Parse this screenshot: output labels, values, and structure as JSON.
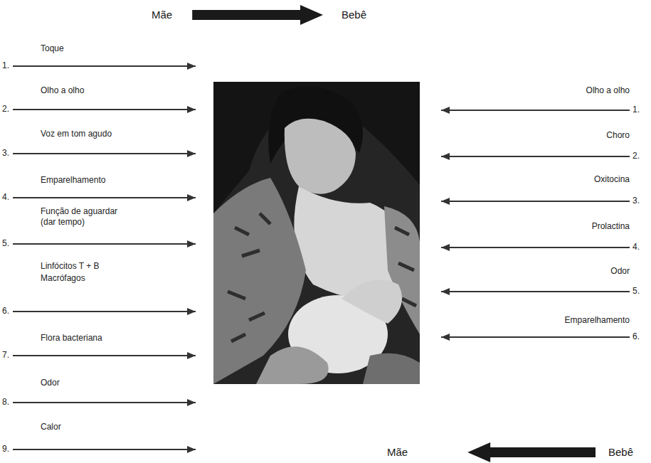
{
  "diagram": {
    "nodes": [
      {
        "text": [
          "Mãe"
        ]
      },
      {
        "text": [
          "Bebê"
        ]
      },
      {
        "text": [
          "Mãe"
        ]
      },
      {
        "text": [
          "Bebê"
        ]
      }
    ],
    "edges": [
      {
        "from": 0,
        "to": 1,
        "arrow": "to"
      },
      {
        "from": 3,
        "to": 2,
        "arrow": "to"
      }
    ],
    "labels": [
      "1.",
      "Toque",
      "2.",
      "Olho a olho",
      "3.",
      "Voz em tom agudo",
      "4.",
      "Emparelhamento",
      "5.",
      "Função de aguardar (dar tempo)",
      "6.",
      "Linfócitos T + B",
      "Macrófagos",
      "7.",
      "Flora bacteriana",
      "8.",
      "Odor",
      "9.",
      "Calor",
      "Olho a olho",
      "1.",
      "Choro",
      "2.",
      "Oxitocina",
      "3.",
      "Prolactina",
      "4.",
      "Odor",
      "5.",
      "Emparelhamento",
      "6."
    ]
  }
}
